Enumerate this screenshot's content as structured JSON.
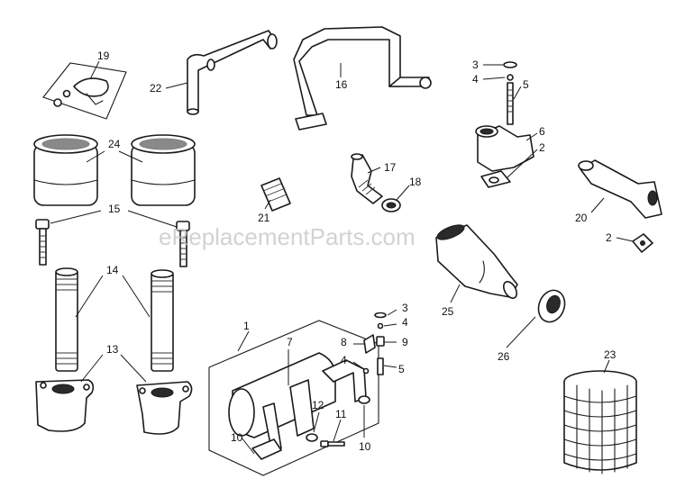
{
  "watermark": "eReplacementParts.com",
  "callouts": {
    "c1": "1",
    "c2a": "2",
    "c2b": "2",
    "c3a": "3",
    "c3b": "3",
    "c4a": "4",
    "c4b": "4",
    "c4c": "4",
    "c5a": "5",
    "c5b": "5",
    "c6": "6",
    "c7": "7",
    "c8": "8",
    "c9": "9",
    "c10a": "10",
    "c10b": "10",
    "c11": "11",
    "c12": "12",
    "c13": "13",
    "c14": "14",
    "c15": "15",
    "c16": "16",
    "c17": "17",
    "c18": "18",
    "c19": "19",
    "c20": "20",
    "c21": "21",
    "c22": "22",
    "c23": "23",
    "c24": "24",
    "c25": "25",
    "c26": "26"
  }
}
